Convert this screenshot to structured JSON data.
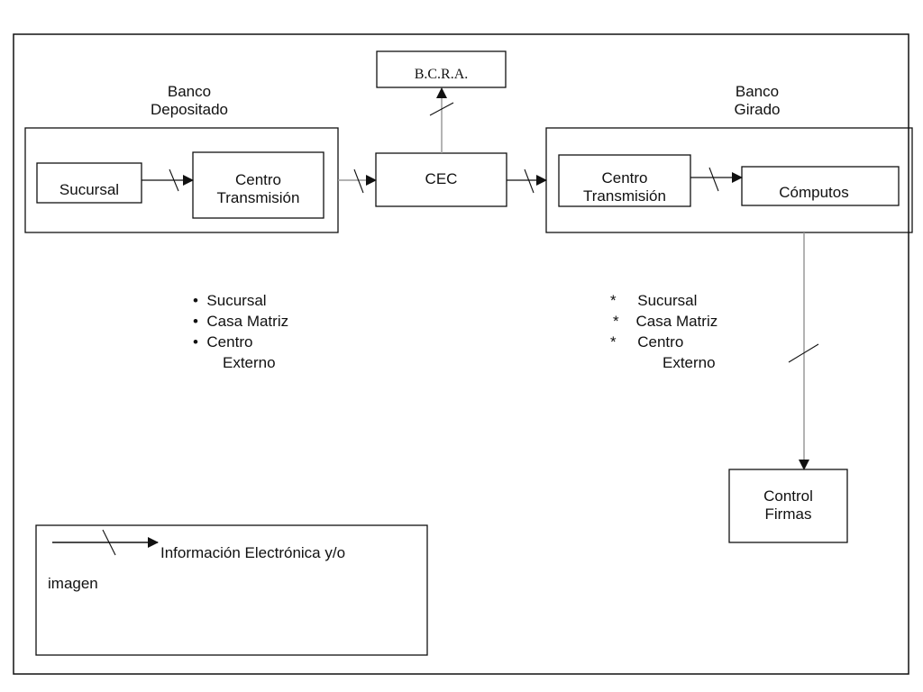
{
  "labels": {
    "banco_depositado": [
      "Banco",
      "Depositado"
    ],
    "banco_girado": [
      "Banco",
      "Girado"
    ],
    "bcra": "B.C.R.A.",
    "sucursal": "Sucursal",
    "centro_transmision_dep": [
      "Centro",
      "Transmisión"
    ],
    "cec": "CEC",
    "centro_transmision_gir": [
      "Centro",
      "Transmisión"
    ],
    "computos": "Cómputos",
    "control_firmas": [
      "Control",
      "Firmas"
    ]
  },
  "left_list": {
    "marker": "•",
    "items": [
      "Sucursal",
      "Casa Matriz",
      "Centro",
      "Externo"
    ]
  },
  "right_list": {
    "marker": "*",
    "items": [
      "Sucursal",
      "Casa Matriz",
      "Centro",
      "Externo"
    ]
  },
  "legend": {
    "line1": "Información Electrónica y/o",
    "line2": "imagen"
  },
  "colors": {
    "stroke": "#111111",
    "connector_gray": "#9a9a9a"
  }
}
